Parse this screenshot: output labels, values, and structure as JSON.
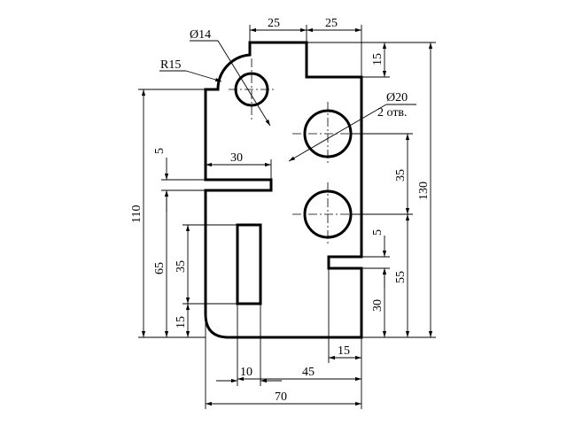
{
  "drawing": {
    "dims": {
      "top_25_left": "25",
      "top_25_right": "25",
      "hole14": "Ø14",
      "radius15": "R15",
      "right_15": "15",
      "hole20": "Ø20",
      "hole20_count": "2 отв.",
      "slot_length_30": "30",
      "slot_width_5_left": "5",
      "left_110": "110",
      "left_65": "65",
      "left_35": "35",
      "left_15": "15",
      "right_35": "35",
      "right_130": "130",
      "right_5": "5",
      "right_55": "55",
      "right_30": "30",
      "bottom_15": "15",
      "bottom_10": "10",
      "bottom_45": "45",
      "bottom_70": "70"
    }
  }
}
